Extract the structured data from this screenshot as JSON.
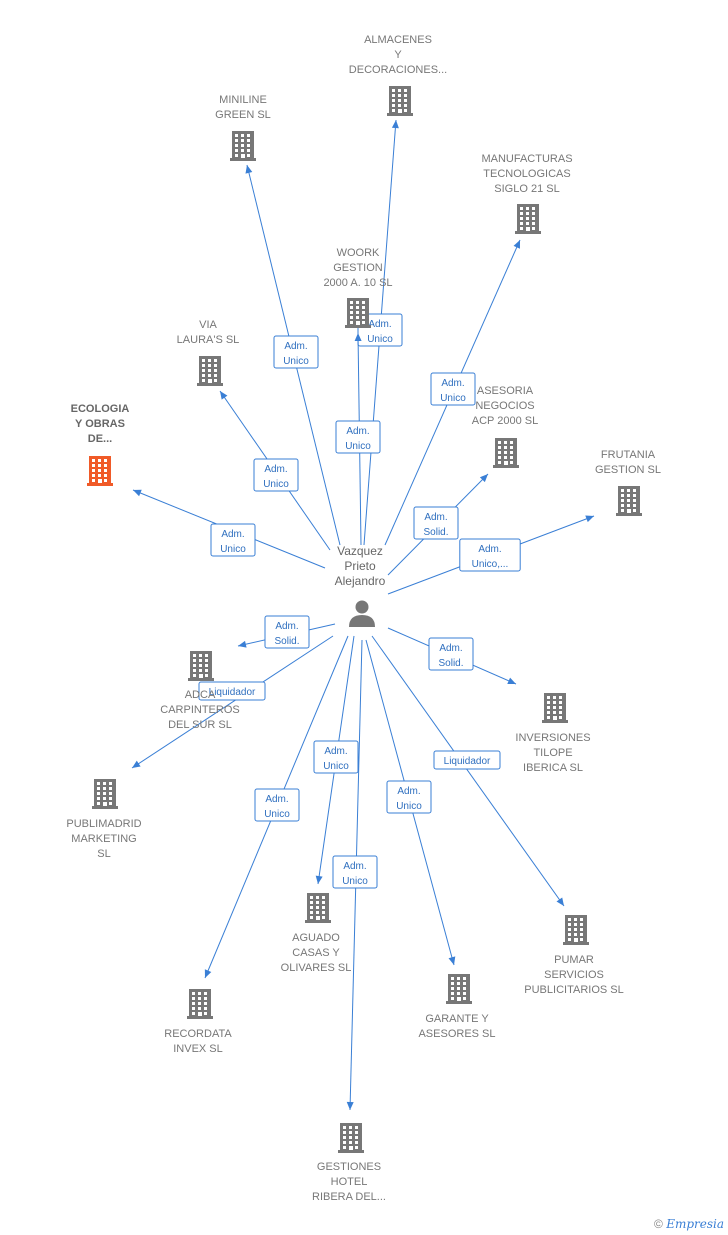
{
  "colors": {
    "edge": "#3a7fd5",
    "building": "#777777",
    "highlight": "#f05a28",
    "person": "#777777"
  },
  "center": {
    "label": [
      "Vazquez",
      "Prieto",
      "Alejandro"
    ],
    "icon": "person-icon"
  },
  "nodes": [
    {
      "id": "almacenes",
      "label": [
        "ALMACENES",
        "Y",
        "DECORACIONES..."
      ],
      "icon": "building-icon"
    },
    {
      "id": "miniline",
      "label": [
        "MINILINE",
        "GREEN SL"
      ],
      "icon": "building-icon"
    },
    {
      "id": "manufacturas",
      "label": [
        "MANUFACTURAS",
        "TECNOLOGICAS",
        "SIGLO 21 SL"
      ],
      "icon": "building-icon"
    },
    {
      "id": "woork",
      "label": [
        "WOORK",
        "GESTION",
        "2000 A.  10 SL"
      ],
      "icon": "building-icon"
    },
    {
      "id": "via",
      "label": [
        "VIA",
        "LAURA'S SL"
      ],
      "icon": "building-icon"
    },
    {
      "id": "ecologia",
      "label": [
        "ECOLOGIA",
        "Y OBRAS",
        "DE..."
      ],
      "icon": "building-icon",
      "highlight": true
    },
    {
      "id": "asesoria",
      "label": [
        "ASESORIA",
        "NEGOCIOS",
        "ACP 2000  SL"
      ],
      "icon": "building-icon"
    },
    {
      "id": "frutania",
      "label": [
        "FRUTANIA",
        "GESTION SL"
      ],
      "icon": "building-icon"
    },
    {
      "id": "adcarpinteros",
      "label": [
        "ADCA",
        "CARPINTEROS",
        "DEL SUR SL"
      ],
      "icon": "building-icon"
    },
    {
      "id": "inversiones",
      "label": [
        "INVERSIONES",
        "TILOPE",
        "IBERICA  SL"
      ],
      "icon": "building-icon"
    },
    {
      "id": "publimadrid",
      "label": [
        "PUBLIMADRID",
        "MARKETING",
        "SL"
      ],
      "icon": "building-icon"
    },
    {
      "id": "aguado",
      "label": [
        "AGUADO",
        "CASAS Y",
        "OLIVARES SL"
      ],
      "icon": "building-icon"
    },
    {
      "id": "pumar",
      "label": [
        "PUMAR",
        "SERVICIOS",
        "PUBLICITARIOS SL"
      ],
      "icon": "building-icon"
    },
    {
      "id": "recordata",
      "label": [
        "RECORDATA",
        "INVEX  SL"
      ],
      "icon": "building-icon"
    },
    {
      "id": "garante",
      "label": [
        "GARANTE Y",
        "ASESORES SL"
      ],
      "icon": "building-icon"
    },
    {
      "id": "gestiones",
      "label": [
        "GESTIONES",
        "HOTEL",
        "RIBERA DEL..."
      ],
      "icon": "building-icon"
    }
  ],
  "edges": [
    {
      "to": "almacenes",
      "label": [
        "Adm.",
        "Unico"
      ]
    },
    {
      "to": "miniline",
      "label": [
        "Adm.",
        "Unico"
      ]
    },
    {
      "to": "manufacturas",
      "label": [
        "Adm.",
        "Unico"
      ]
    },
    {
      "to": "woork",
      "label": [
        "Adm.",
        "Unico"
      ]
    },
    {
      "to": "via",
      "label": [
        "Adm.",
        "Unico"
      ]
    },
    {
      "to": "ecologia",
      "label": [
        "Adm.",
        "Unico"
      ]
    },
    {
      "to": "asesoria",
      "label": [
        "Adm.",
        "Solid."
      ]
    },
    {
      "to": "frutania",
      "label": [
        "Adm.",
        "Unico,..."
      ]
    },
    {
      "to": "adcarpinteros",
      "label": [
        "Adm.",
        "Solid."
      ]
    },
    {
      "to": "publimadrid",
      "label": [
        "Liquidador"
      ]
    },
    {
      "to": "inversiones",
      "label": [
        "Adm.",
        "Solid."
      ]
    },
    {
      "to": "aguado",
      "label": [
        "Adm.",
        "Unico"
      ]
    },
    {
      "to": "recordata",
      "label": [
        "Adm.",
        "Unico"
      ]
    },
    {
      "to": "gestiones",
      "label": [
        "Adm.",
        "Unico"
      ]
    },
    {
      "to": "garante",
      "label": [
        "Adm.",
        "Unico"
      ]
    },
    {
      "to": "pumar",
      "label": [
        "Liquidador"
      ]
    }
  ],
  "footer": {
    "copyright": "©",
    "brand": "Empresia"
  }
}
